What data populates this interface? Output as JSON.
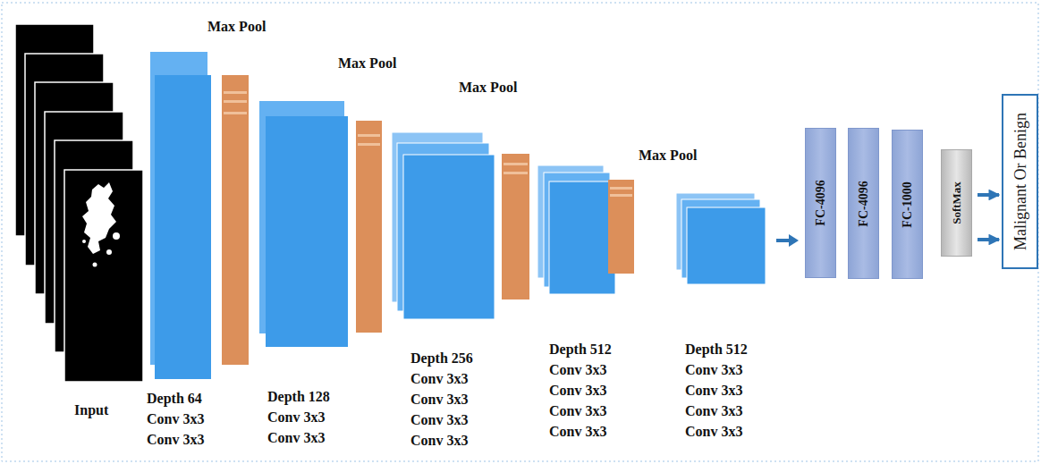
{
  "diagram": {
    "nodes": [
      {
        "text": [
          "FC-4096"
        ]
      },
      {
        "text": [
          "FC-4096"
        ]
      },
      {
        "text": [
          "FC-1000"
        ]
      },
      {
        "text": [
          "SoftMax"
        ]
      },
      {
        "text": [
          "Malignant Or Benign"
        ]
      }
    ],
    "edges": [
      {
        "from": 3,
        "to": 4,
        "arrow": "to"
      },
      {
        "from": 3,
        "to": 4,
        "arrow": "to"
      }
    ],
    "labels": [
      "Max Pool",
      "Max Pool",
      "Max Pool",
      "Max Pool",
      "Input",
      "Depth 64 Conv 3x3 Conv 3x3",
      "Depth 128 Conv 3x3 Conv 3x3",
      "Depth 256 Conv 3x3 Conv 3x3 Conv 3x3 Conv 3x3",
      "Depth 512 Conv 3x3 Conv 3x3 Conv 3x3 Conv 3x3",
      "Depth 512 Conv 3x3 Conv 3x3 Conv 3x3 Conv 3x3"
    ]
  }
}
